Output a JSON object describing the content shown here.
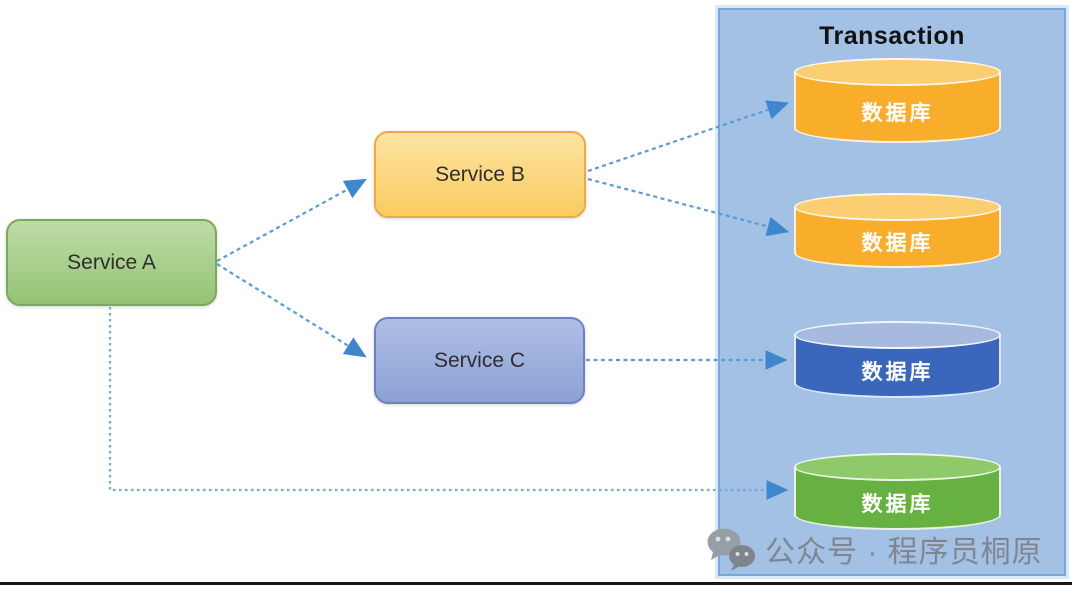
{
  "diagram": {
    "panel_title": "Transaction",
    "nodes": {
      "service_a": {
        "label": "Service A",
        "color": "#95C375"
      },
      "service_b": {
        "label": "Service B",
        "color": "#F9CC60"
      },
      "service_c": {
        "label": "Service C",
        "color": "#8BA1D4"
      }
    },
    "databases": [
      {
        "label": "数据库",
        "color": "#F9AE2B"
      },
      {
        "label": "数据库",
        "color": "#F9AE2B"
      },
      {
        "label": "数据库",
        "color": "#3A67BC"
      },
      {
        "label": "数据库",
        "color": "#67B142"
      }
    ],
    "connections": [
      {
        "from": "Service A",
        "to": "Service B",
        "style": "dashed-arrow"
      },
      {
        "from": "Service A",
        "to": "Service C",
        "style": "dashed-arrow"
      },
      {
        "from": "Service B",
        "to": "database-1-orange",
        "style": "dashed-arrow"
      },
      {
        "from": "Service B",
        "to": "database-2-orange",
        "style": "dashed-arrow"
      },
      {
        "from": "Service C",
        "to": "database-3-blue",
        "style": "dashed-arrow"
      },
      {
        "from": "Service A",
        "to": "database-4-green",
        "style": "dotted-elbow-arrow"
      }
    ],
    "arrow_color": "#5B9BD5",
    "panel_color": "#A2C1E5"
  },
  "watermark": {
    "icon": "wechat-icon",
    "text": "公众号 · 程序员桐原"
  }
}
